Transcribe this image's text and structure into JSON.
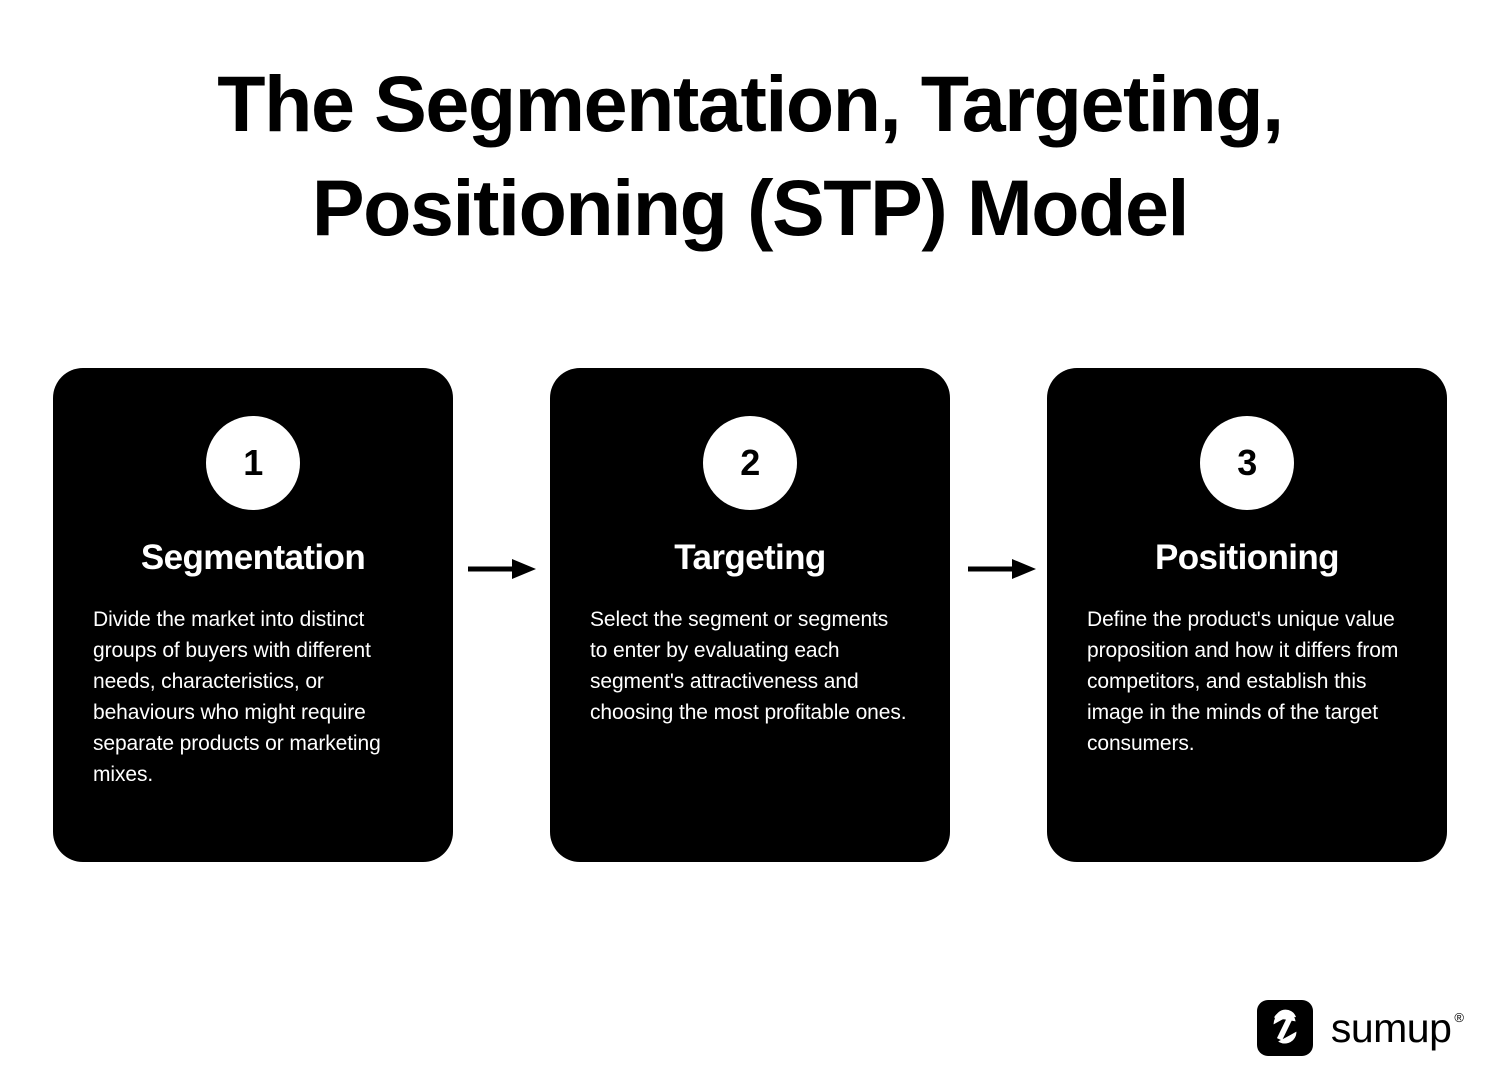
{
  "title": {
    "line1": "The Segmentation, Targeting,",
    "line2": "Positioning (STP) Model"
  },
  "steps": [
    {
      "number": "1",
      "heading": "Segmentation",
      "body": "Divide the market into distinct groups of buyers with different needs, characteristics, or behaviours who might require separate products or marketing mixes."
    },
    {
      "number": "2",
      "heading": "Targeting",
      "body": "Select the segment or segments to enter by evaluating each segment's attractiveness and choosing the most profitable ones."
    },
    {
      "number": "3",
      "heading": "Positioning",
      "body": "Define the product's unique value proposition and how it differs from competitors, and establish this image in the minds of the target consumers."
    }
  ],
  "connectors": [
    {
      "icon": "arrow-right-icon"
    },
    {
      "icon": "arrow-right-icon"
    }
  ],
  "logo": {
    "mark_icon": "sumup-s-mark-icon",
    "wordmark": "sumup",
    "registered": "®"
  },
  "colors": {
    "background": "#ffffff",
    "card": "#000000",
    "card_text": "#ffffff",
    "title": "#000000",
    "badge": "#ffffff"
  }
}
